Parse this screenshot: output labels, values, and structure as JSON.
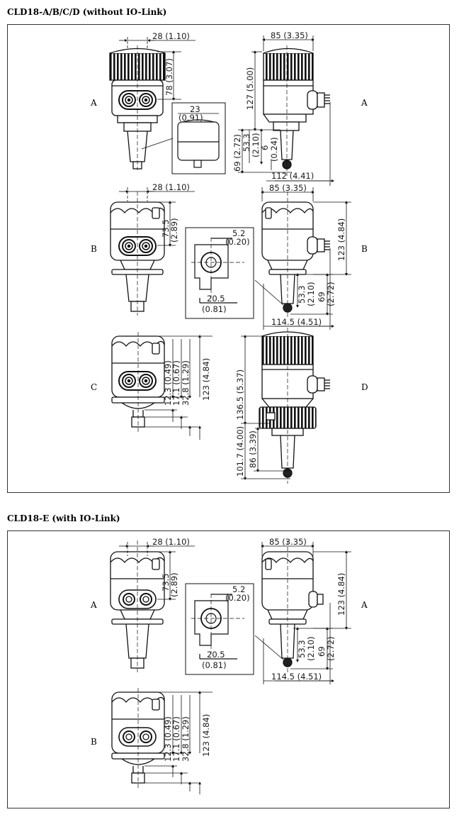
{
  "sections": [
    {
      "title": "CLD18-A/B/C/D (without IO-Link)"
    },
    {
      "title": "CLD18-E (with IO-Link)"
    }
  ],
  "views": {
    "frame1": {
      "a_front": {
        "label": "A",
        "width": "28 (1.10)",
        "head_height": "78 (3.07)"
      },
      "detail_a": {
        "width": "23",
        "width_in": "(0.91)"
      },
      "a_side": {
        "label": "A",
        "width": "85 (3.35)",
        "height": "127 (5.00)",
        "h1": "69 (2.72)",
        "h2": "53.3",
        "h2_in": "(2.10)",
        "h3": "6",
        "h3_in": "(0.24)",
        "depth": "112 (4.41)"
      },
      "b_front": {
        "label": "B",
        "width": "28 (1.10)",
        "head_height": "73.5",
        "head_height_in": "(2.89)"
      },
      "detail_b": {
        "top": "5.2",
        "top_in": "(0.20)",
        "bottom": "20.5",
        "bottom_in": "(0.81)"
      },
      "b_side": {
        "label": "B",
        "width": "85 (3.35)",
        "height": "123 (4.84)",
        "h1": "53.3",
        "h1_in": "(2.10)",
        "h2": "69",
        "h2_in": "(2.72)",
        "depth": "114.5 (4.51)"
      },
      "c_front": {
        "label": "C",
        "d1": "12.3 (0.49)",
        "d2": "17.1 (0.67)",
        "d3": "32.8 (1.29)",
        "d4": "123 (4.84)"
      },
      "d_side": {
        "label": "D",
        "height": "136.5 (5.37)",
        "h1": "101.7 (4.00)",
        "h2": "86 (3.39)"
      }
    },
    "frame2": {
      "a_front": {
        "label": "A",
        "width": "28 (1.10)",
        "head_height": "73.5",
        "head_height_in": "(2.89)"
      },
      "detail": {
        "top": "5.2",
        "top_in": "(0.20)",
        "bottom": "20.5",
        "bottom_in": "(0.81)"
      },
      "a_side": {
        "label": "A",
        "width": "85 (3.35)",
        "height": "123 (4.84)",
        "h1": "53.3",
        "h1_in": "(2.10)",
        "h2": "69",
        "h2_in": "(2.72)",
        "depth": "114.5 (4.51)"
      },
      "b_front": {
        "label": "B",
        "d1": "12.3 (0.49)",
        "d2": "17.1 (0.67)",
        "d3": "32.8 (1.29)",
        "d4": "123 (4.84)"
      }
    }
  }
}
